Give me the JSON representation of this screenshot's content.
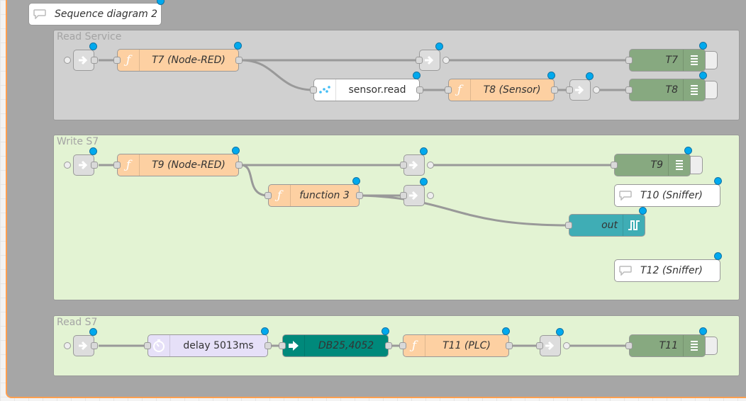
{
  "colors": {
    "function": "#fdd0a2",
    "link": "#dddddd",
    "debug": "#87a980",
    "service": "#ffffff",
    "delay": "#e6e0f8",
    "s7in": "#00897b",
    "mqttout": "#3fadb5",
    "group_grey": "#d0d0d0",
    "group_green": "#e3f3d3",
    "outer_group": "#a6a6a6",
    "outer_border": "#ff9f4f",
    "status_dot": "#00a9ee"
  },
  "top_comment": {
    "label": "Sequence diagram 2",
    "icon": "comment-icon"
  },
  "groups": {
    "read_service": {
      "label": "Read Service"
    },
    "write_s7": {
      "label": "Write S7"
    },
    "read_s7": {
      "label": "Read S7"
    }
  },
  "nodes": {
    "t7_node_red": {
      "label": "T7 (Node-RED)",
      "icon": "function-icon"
    },
    "sensor_read": {
      "label": "sensor.read",
      "icon": "service-icon"
    },
    "t8_sensor": {
      "label": "T8 (Sensor)",
      "icon": "function-icon"
    },
    "t7_debug": {
      "label": "T7",
      "icon": "debug-icon"
    },
    "t8_debug": {
      "label": "T8",
      "icon": "debug-icon"
    },
    "t9_node_red": {
      "label": "T9 (Node-RED)",
      "icon": "function-icon"
    },
    "function3": {
      "label": "function 3",
      "icon": "function-icon"
    },
    "t9_debug": {
      "label": "T9",
      "icon": "debug-icon"
    },
    "t10_comment": {
      "label": "T10 (Sniffer)",
      "icon": "comment-icon"
    },
    "out": {
      "label": "out",
      "icon": "square-wave-icon"
    },
    "t12_comment": {
      "label": "T12 (Sniffer)",
      "icon": "comment-icon"
    },
    "delay": {
      "label": "delay 5013ms",
      "icon": "timer-icon"
    },
    "db25": {
      "label": "DB25,4052",
      "icon": "arrow-right-icon"
    },
    "t11_plc": {
      "label": "T11 (PLC)",
      "icon": "function-icon"
    },
    "t11_debug": {
      "label": "T11",
      "icon": "debug-icon"
    }
  }
}
